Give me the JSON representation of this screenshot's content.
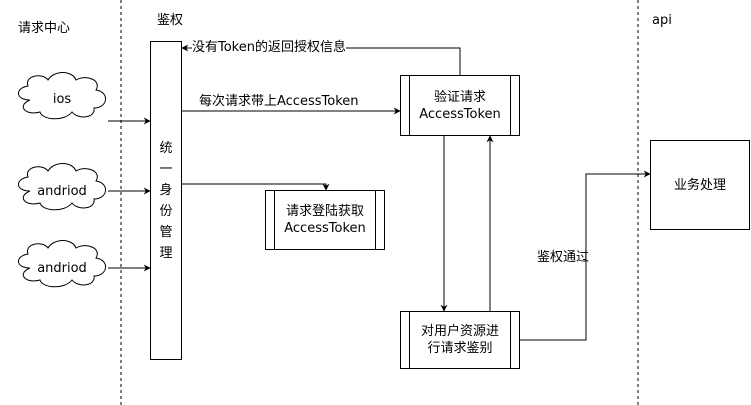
{
  "lanes": {
    "client_center": "请求中心",
    "auth": "鉴权",
    "api": "api"
  },
  "clients": [
    {
      "label": "ios"
    },
    {
      "label": "andriod"
    },
    {
      "label": "andriod"
    }
  ],
  "identity_box": {
    "chars": [
      "统",
      "一",
      "身",
      "份",
      "管",
      "理"
    ]
  },
  "verify_box": {
    "line1": "验证请求",
    "line2": "AccessToken"
  },
  "login_box": {
    "line1": "请求登陆获取",
    "line2": "AccessToken"
  },
  "resource_box": {
    "line1": "对用户资源进",
    "line2": "行请求鉴别"
  },
  "business_box": {
    "label": "业务处理"
  },
  "edge_labels": {
    "no_token": "没有Token的返回授权信息",
    "with_token": "每次请求带上AccessToken",
    "auth_passed": "鉴权通过"
  },
  "colors": {
    "stroke": "#000000",
    "background": "#ffffff"
  }
}
